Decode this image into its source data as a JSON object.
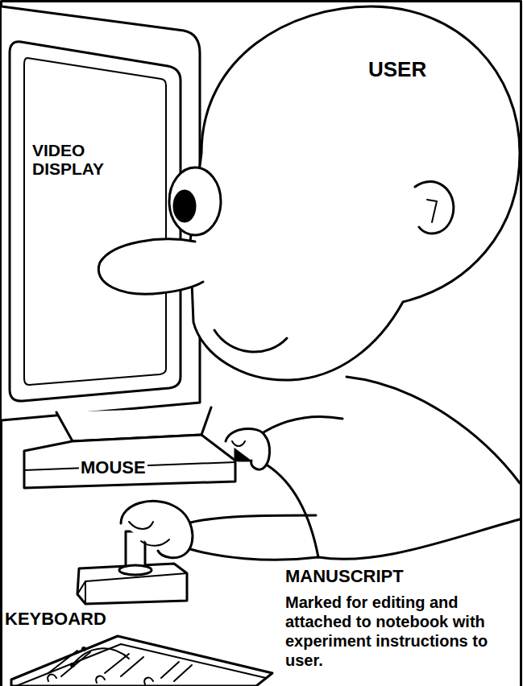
{
  "diagram": {
    "labels": [
      "USER",
      "VIDEO DISPLAY",
      "MOUSE",
      "KEYBOARD",
      "MANUSCRIPT",
      "Marked for editing and attached to notebook with experiment instructions to user."
    ]
  }
}
